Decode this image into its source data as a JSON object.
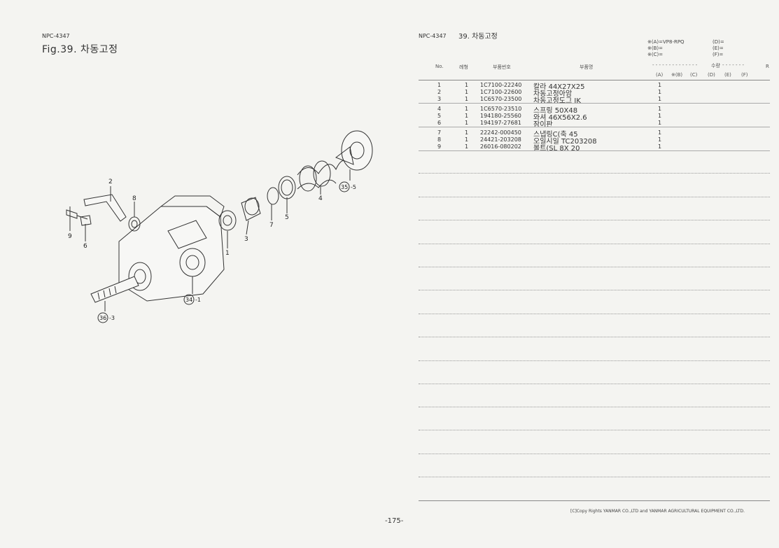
{
  "left": {
    "code": "NPC-4347",
    "fig_title": "Fig.39.   차동고정"
  },
  "callouts": [
    "2",
    "8",
    "9",
    "6",
    "1",
    "3",
    "7",
    "5",
    "4",
    "35",
    "-5",
    "34",
    "-1",
    "36",
    "-3"
  ],
  "right": {
    "code": "NPC-4347",
    "title": "39.  차동고정",
    "variants_left": [
      "※(A)=VP8-RPQ",
      "※(B)=",
      "※(C)="
    ],
    "variants_right": [
      "(D)=",
      "(E)=",
      "(F)="
    ],
    "headers": {
      "no": "No.",
      "qty": "례형",
      "part_no": "부품번호",
      "part_name": "부품명",
      "quantity": "수량",
      "r": "R"
    },
    "qty_cols": [
      "(A)",
      "※(B)",
      "(C)",
      "(D)",
      "(E)",
      "(F)"
    ],
    "rows": [
      {
        "no": "1",
        "q": "1",
        "part": "1C7100-22240",
        "name": "칼라 44X27X25",
        "a": "1"
      },
      {
        "no": "2",
        "q": "1",
        "part": "1C7100-22600",
        "name": "차동고정아암",
        "a": "1"
      },
      {
        "no": "3",
        "q": "1",
        "part": "1C6570-23500",
        "name": "차동고정도그 IK",
        "a": "1"
      },
      {
        "no": "4",
        "q": "1",
        "part": "1C6570-23510",
        "name": "스프링 50X48",
        "a": "1"
      },
      {
        "no": "5",
        "q": "1",
        "part": "194180-25560",
        "name": "와셔 46X56X2.6",
        "a": "1"
      },
      {
        "no": "6",
        "q": "1",
        "part": "194197-27681",
        "name": "잠이판",
        "a": "1"
      },
      {
        "no": "7",
        "q": "1",
        "part": "22242-000450",
        "name": "스냅링C(축  45",
        "a": "1"
      },
      {
        "no": "8",
        "q": "1",
        "part": "24421-203208",
        "name": "오일시일 TC203208",
        "a": "1"
      },
      {
        "no": "9",
        "q": "1",
        "part": "26016-080202",
        "name": "볼트(SL   8X 20",
        "a": "1"
      }
    ],
    "copyright": "[C]Copy Rights  YANMAR CO.,LTD and YANMAR AGRICULTURAL EQUIPMENT CO.,LTD."
  },
  "page_number": "-175-"
}
